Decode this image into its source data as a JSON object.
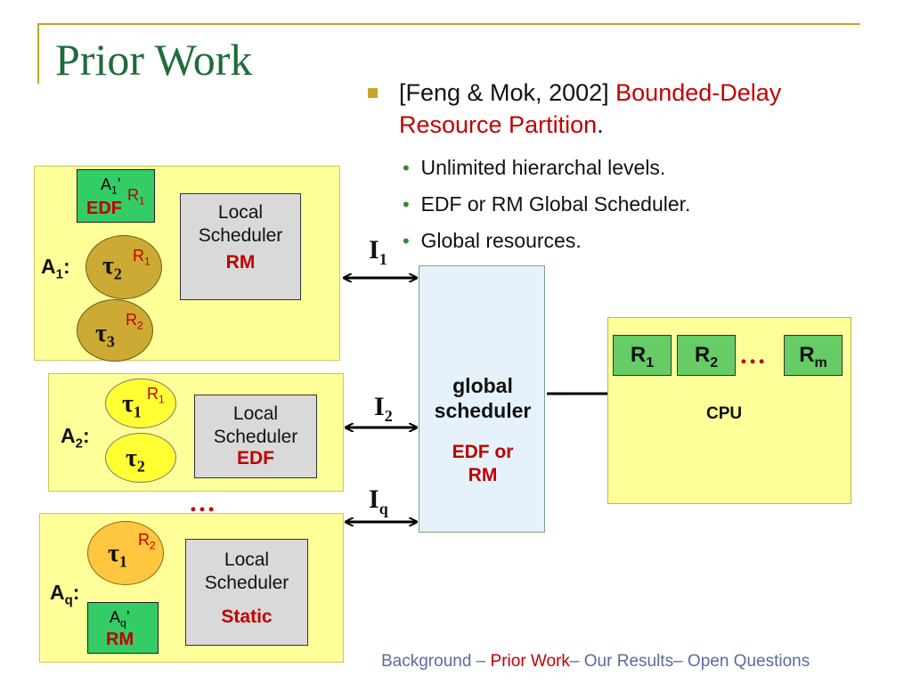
{
  "slide": {
    "title": "Prior Work",
    "reference": {
      "citation": "[Feng & Mok, 2002]",
      "highlight": "Bounded-Delay Resource Partition",
      "end": "."
    },
    "points": [
      "Unlimited hierarchal levels.",
      "EDF or RM Global Scheduler.",
      "Global resources."
    ],
    "footer": {
      "part1": "Background – ",
      "current": "Prior Work",
      "part2": "– Our Results– Open Questions"
    }
  },
  "diagram": {
    "app1": {
      "label": "A",
      "label_sub": "1",
      "label_suffix": ":",
      "inner_app": {
        "name": "A",
        "sub": "1",
        "prime": "’",
        "policy": "EDF",
        "resource": "R",
        "resource_sub": "1"
      },
      "tasks": [
        {
          "symbol": "τ",
          "sub": "2",
          "resource": "R",
          "resource_sub": "1"
        },
        {
          "symbol": "τ",
          "sub": "3",
          "resource": "R",
          "resource_sub": "2"
        }
      ],
      "scheduler": {
        "line1": "Local",
        "line2": "Scheduler",
        "policy": "RM"
      }
    },
    "app2": {
      "label": "A",
      "label_sub": "2",
      "label_suffix": ":",
      "tasks": [
        {
          "symbol": "τ",
          "sub": "1",
          "resource": "R",
          "resource_sub": "1"
        },
        {
          "symbol": "τ",
          "sub": "2"
        }
      ],
      "scheduler": {
        "line1": "Local",
        "line2": "Scheduler",
        "policy": "EDF"
      }
    },
    "ellipsis": "…",
    "appq": {
      "label": "A",
      "label_sub": "q",
      "label_suffix": ":",
      "inner_app": {
        "name": "A",
        "sub": "q",
        "prime": "’",
        "policy": "RM"
      },
      "tasks": [
        {
          "symbol": "τ",
          "sub": "1",
          "resource": "R",
          "resource_sub": "2"
        }
      ],
      "scheduler": {
        "line1": "Local",
        "line2": "Scheduler",
        "policy": "Static"
      }
    },
    "interfaces": [
      {
        "name": "I",
        "sub": "1"
      },
      {
        "name": "I",
        "sub": "2"
      },
      {
        "name": "I",
        "sub": "q"
      }
    ],
    "global_scheduler": {
      "line1": "global",
      "line2": "scheduler",
      "policy_line1": "EDF or",
      "policy_line2": "RM"
    },
    "cpu": {
      "label": "CPU",
      "resources": [
        {
          "name": "R",
          "sub": "1"
        },
        {
          "name": "R",
          "sub": "2"
        },
        {
          "name": "R",
          "sub": "m"
        }
      ],
      "ellipsis": "…"
    }
  }
}
